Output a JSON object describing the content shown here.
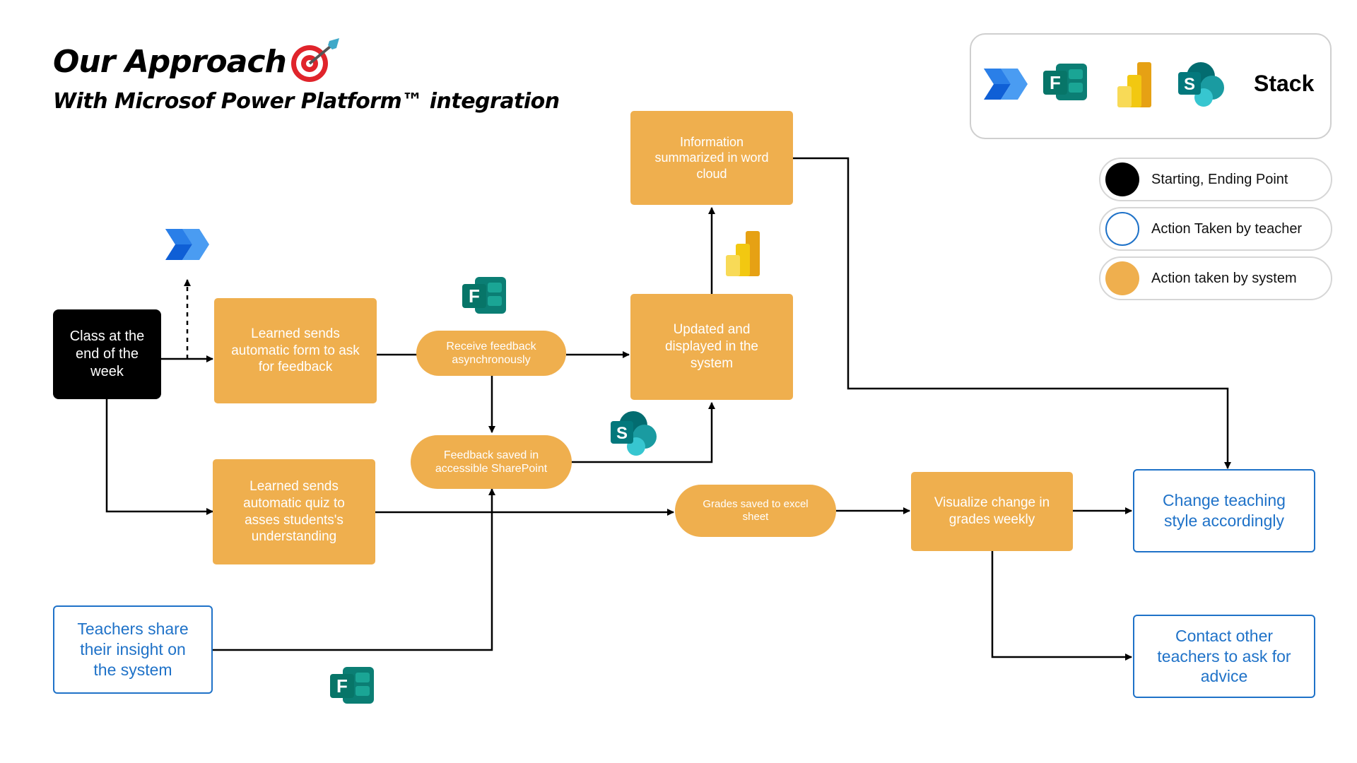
{
  "header": {
    "title": "Our Approach",
    "subtitle": "With Microsof Power Platform™ integration"
  },
  "stack": {
    "label": "Stack"
  },
  "legend": [
    {
      "label": "Starting, Ending Point",
      "color": "#000000"
    },
    {
      "label": "Action Taken by teacher",
      "color": "#1F72C8"
    },
    {
      "label": "Action taken by system",
      "color": "#EFAF4E"
    }
  ],
  "nodes": {
    "start": "Class at the end of the week",
    "form": "Learned sends automatic form to ask for feedback",
    "receive": "Receive feedback asynchronously",
    "updated": "Updated and displayed in the system",
    "wordcloud": "Information summarized in word cloud",
    "saved_sharepoint": "Feedback saved in accessible SharePoint",
    "quiz": "Learned sends automatic quiz to asses students's understanding",
    "grades_excel": "Grades saved to excel sheet",
    "visualize": "Visualize change in grades weekly",
    "change_style": "Change teaching style accordingly",
    "contact": "Contact other teachers to ask for advice",
    "teachers_share": "Teachers share their insight on the system"
  },
  "colors": {
    "system": "#EFAF4E",
    "teacher": "#1F72C8",
    "start": "#000000"
  },
  "icons": [
    "power-automate-icon",
    "forms-icon",
    "power-bi-icon",
    "sharepoint-icon",
    "target-dart-icon"
  ]
}
